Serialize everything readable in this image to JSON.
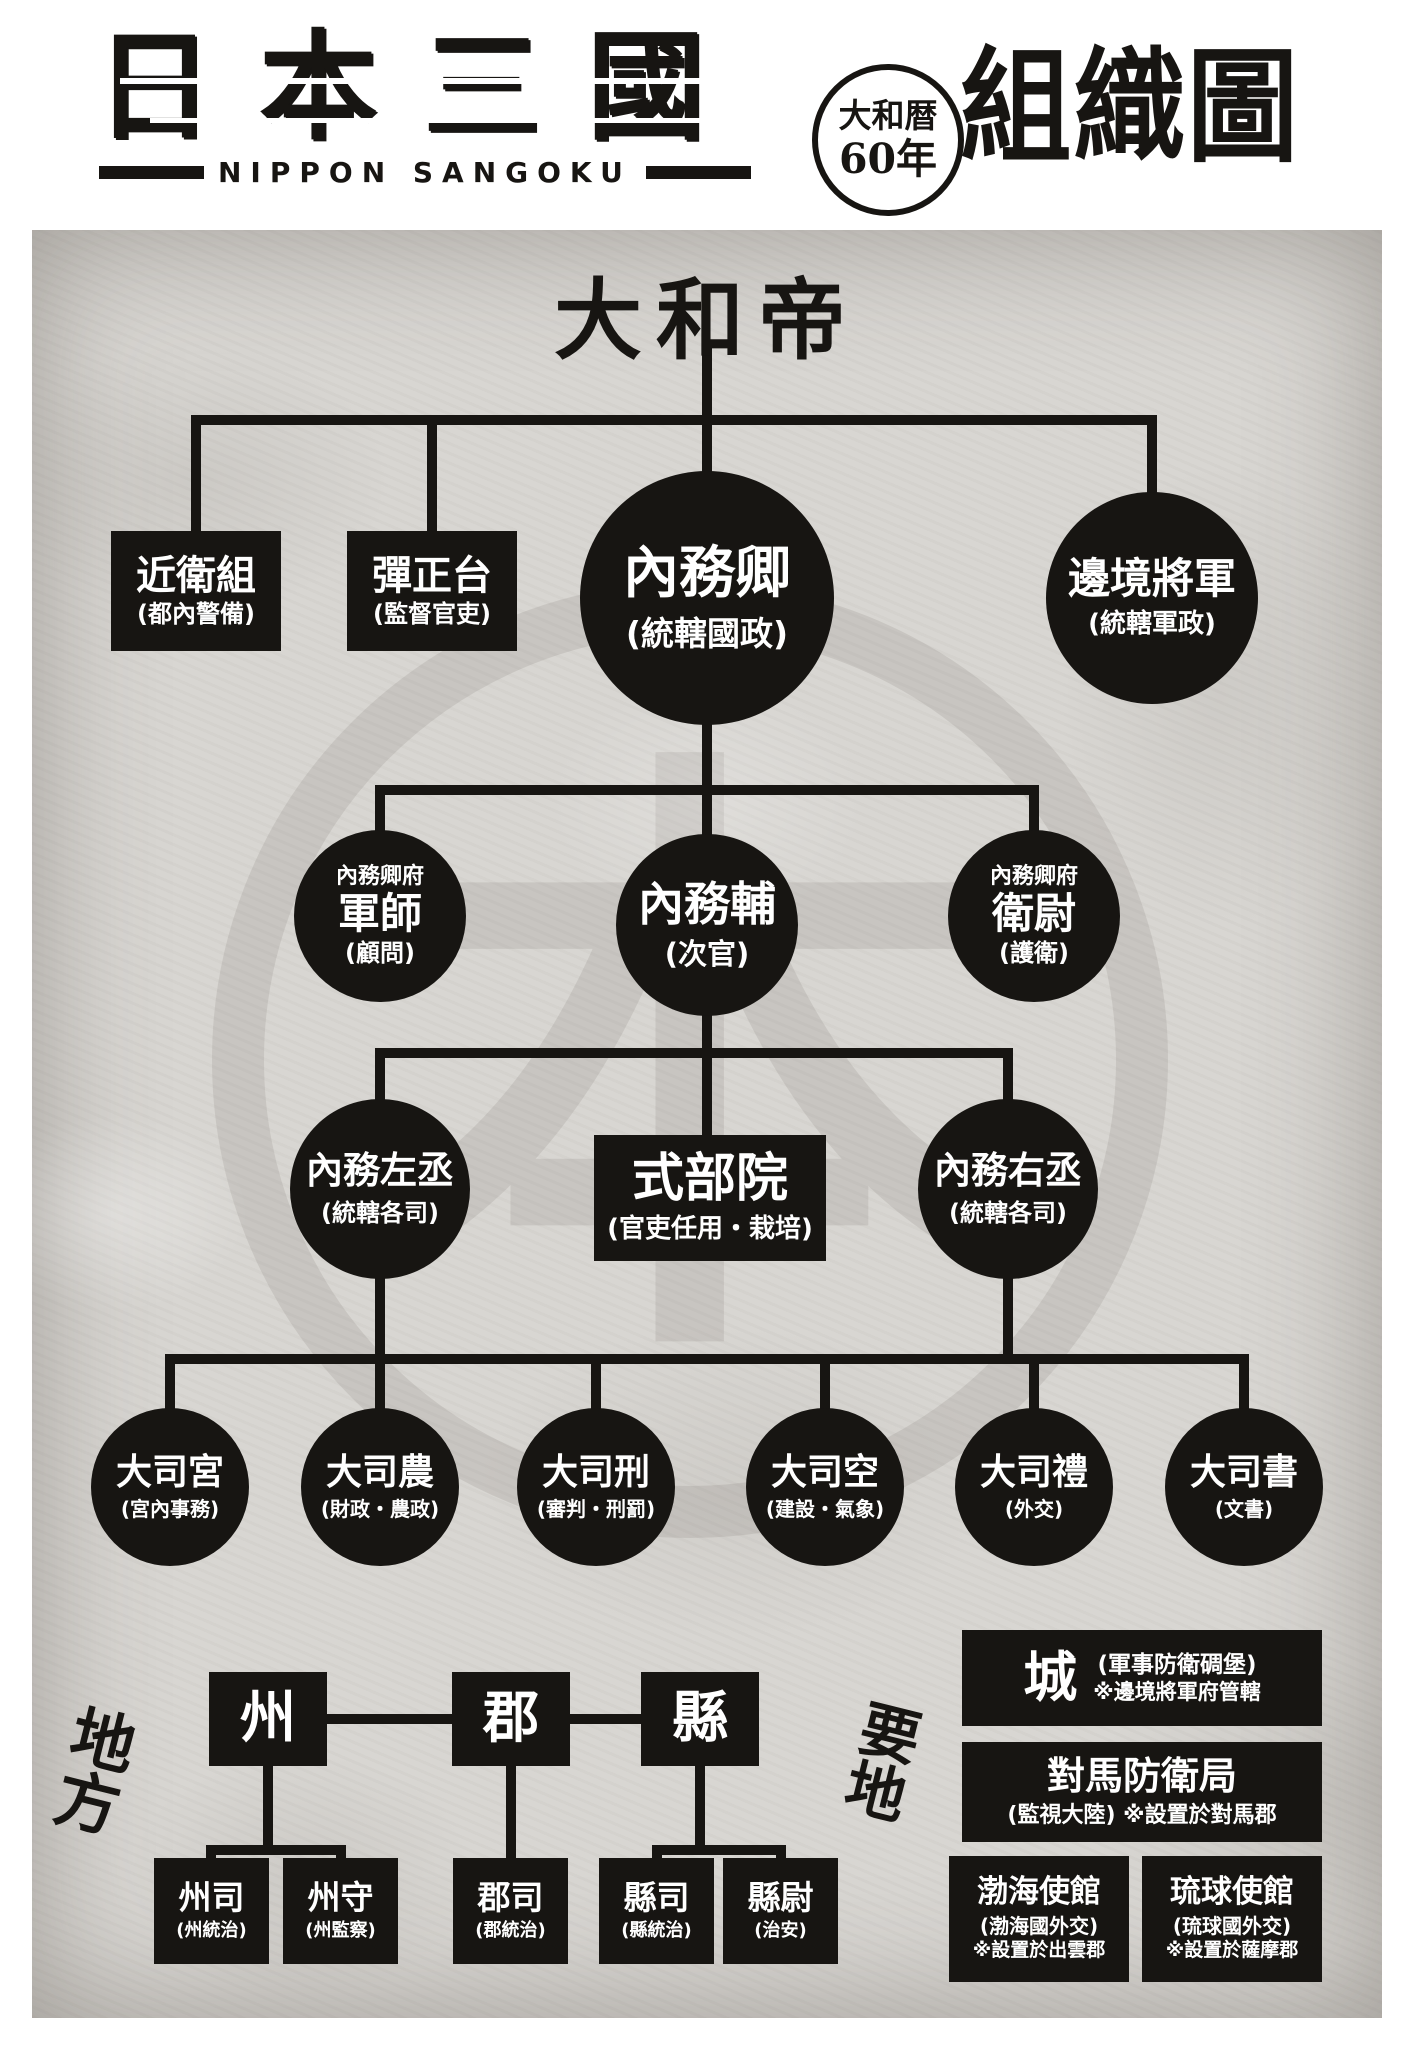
{
  "header": {
    "logo_main": "日本三國",
    "logo_sub": "NIPPON SANGOKU",
    "era_line1": "大和暦",
    "era_line2": "60年",
    "title": "組織圖"
  },
  "colors": {
    "ink": "#171512",
    "paper": "#ffffff",
    "chart_bg": "#d8d6d2",
    "node_text": "#ffffff"
  },
  "chart": {
    "root": "大和帝",
    "level1": [
      {
        "name": "近衛組",
        "sub": "(都內警備)"
      },
      {
        "name": "彈正台",
        "sub": "(監督官吏)"
      },
      {
        "name": "內務卿",
        "sub": "(統轄國政)"
      },
      {
        "name": "邊境將軍",
        "sub": "(統轄軍政)"
      }
    ],
    "level2": [
      {
        "pre": "內務卿府",
        "name": "軍師",
        "sub": "(顧問)"
      },
      {
        "pre": "",
        "name": "內務輔",
        "sub": "(次官)"
      },
      {
        "pre": "內務卿府",
        "name": "衛尉",
        "sub": "(護衛)"
      }
    ],
    "level3": [
      {
        "name": "內務左丞",
        "sub": "(統轄各司)"
      },
      {
        "name": "式部院",
        "sub": "(官吏任用・栽培)"
      },
      {
        "name": "內務右丞",
        "sub": "(統轄各司)"
      }
    ],
    "level4": [
      {
        "name": "大司宮",
        "sub": "(宮內事務)"
      },
      {
        "name": "大司農",
        "sub": "(財政・農政)"
      },
      {
        "name": "大司刑",
        "sub": "(審判・刑罰)"
      },
      {
        "name": "大司空",
        "sub": "(建設・氣象)"
      },
      {
        "name": "大司禮",
        "sub": "(外交)"
      },
      {
        "name": "大司書",
        "sub": "(文書)"
      }
    ],
    "regional": {
      "label": "地方",
      "tiers": [
        {
          "name": "州"
        },
        {
          "name": "郡"
        },
        {
          "name": "縣"
        }
      ],
      "offices": [
        {
          "name": "州司",
          "sub": "(州統治)"
        },
        {
          "name": "州守",
          "sub": "(州監察)"
        },
        {
          "name": "郡司",
          "sub": "(郡統治)"
        },
        {
          "name": "縣司",
          "sub": "(縣統治)"
        },
        {
          "name": "縣尉",
          "sub": "(治安)"
        }
      ]
    },
    "strategic": {
      "label": "要地",
      "castle": {
        "name": "城",
        "sub1": "(軍事防衛碉堡)",
        "sub2": "※邊境將軍府管轄"
      },
      "tsushima": {
        "name": "對馬防衛局",
        "sub": "(監視大陸) ※設置於對馬郡"
      },
      "bokkai": {
        "name": "渤海使館",
        "sub1": "(渤海國外交)",
        "sub2": "※設置於出雲郡"
      },
      "ryukyu": {
        "name": "琉球使館",
        "sub1": "(琉球國外交)",
        "sub2": "※設置於薩摩郡"
      }
    }
  }
}
